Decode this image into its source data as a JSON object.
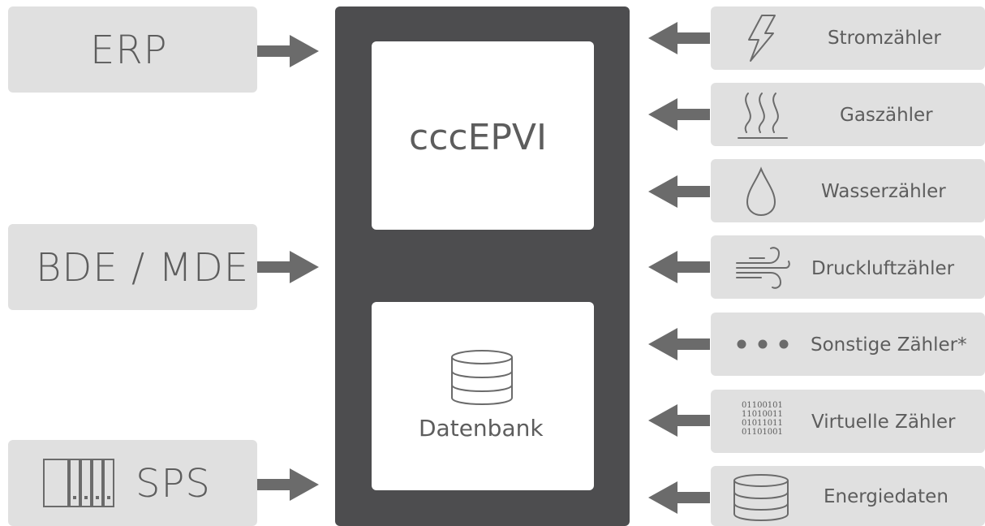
{
  "inputs_left": [
    {
      "label": "ERP"
    },
    {
      "label": "BDE / MDE"
    },
    {
      "label": "SPS",
      "icon": "rack-modules-icon"
    }
  ],
  "core": {
    "title": "cccEPVI",
    "database_label": "Datenbank",
    "database_icon": "database-icon"
  },
  "meters_right": [
    {
      "label": "Stromzähler",
      "icon": "lightning-icon"
    },
    {
      "label": "Gaszähler",
      "icon": "heat-waves-icon"
    },
    {
      "label": "Wasserzähler",
      "icon": "water-drop-icon"
    },
    {
      "label": "Druckluftzähler",
      "icon": "wind-icon"
    },
    {
      "label": "Sonstige Zähler*",
      "icon": "dots-icon"
    },
    {
      "label": "Virtuelle Zähler",
      "icon": "binary-icon",
      "binary_lines": [
        "01100101",
        "11010011",
        "01011011",
        "01101001"
      ]
    },
    {
      "label": "Energiedaten",
      "icon": "database-icon"
    }
  ],
  "colors": {
    "box_fill": "#e0e0e0",
    "core_fill": "#4d4d4f",
    "arrow": "#6b6b6b",
    "text": "#5d5d5d"
  }
}
